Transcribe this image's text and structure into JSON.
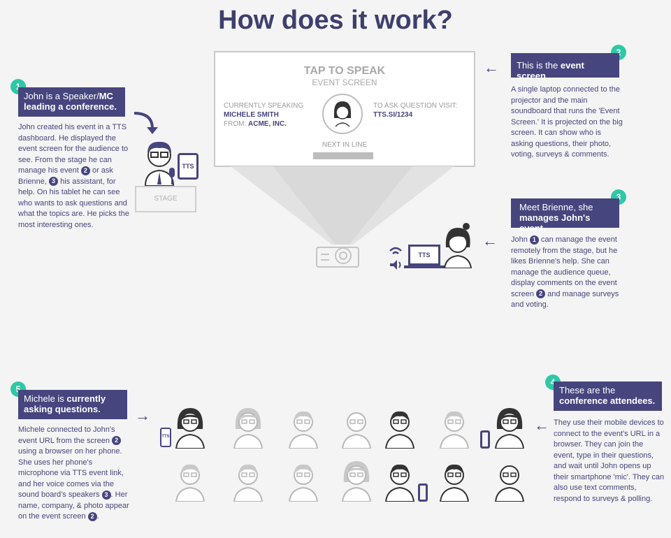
{
  "title": "How does it work?",
  "screen": {
    "heading": "TAP TO SPEAK",
    "subheading": "EVENT SCREEN",
    "currently_label": "CURRENTLY SPEAKING",
    "speaker_name": "MICHELE SMITH",
    "from_label": "FROM:",
    "company": "ACME, INC.",
    "ask_label": "TO ASK QUESTION VISIT:",
    "url": "TTS.SI/1234",
    "next_label": "NEXT IN LINE"
  },
  "stage_label": "STAGE",
  "tablet_label": "TTS",
  "laptop_label": "TTS",
  "phone_label": "TTS",
  "steps": {
    "s1": {
      "num": "1",
      "title_a": "John is a Speaker/",
      "title_b": "MC",
      "title_c": "leading a conference.",
      "text_1": "John created his event in a TTS dashboard. He displayed the event screen for the audience to see. From the stage he can manage his event ",
      "ref_a": "2",
      "text_2": " or ask Brienne, ",
      "ref_b": "3",
      "text_3": " his assistant, for help. On his tablet he can see who wants to ask questions and what the topics are. He picks the most interesting ones."
    },
    "s2": {
      "num": "2",
      "title_a": "This is the ",
      "title_b": "event screen.",
      "text": "A single laptop connected to the projector and the main soundboard that runs the 'Event Screen.' It is projected on the big screen. It can show who is asking questions, their photo, voting, surveys & comments."
    },
    "s3": {
      "num": "3",
      "title_a": "Meet Brienne, she",
      "title_b": "manages John's event.",
      "text_1": "John ",
      "ref_a": "1",
      "text_2": " can manage the event remotely from the stage, but he likes Brienne's help. She can manage the audience queue, display comments on the event screen ",
      "ref_b": "2",
      "text_3": " and manage surveys and voting."
    },
    "s4": {
      "num": "4",
      "title_a": "These are the",
      "title_b": "conference attendees.",
      "text": "They use their mobile devices to connect to the event's URL in a browser. They can join the event, type in their questions, and wait until John opens up their smartphone 'mic'. They can also use text comments, respond to surveys & polling."
    },
    "s5": {
      "num": "5",
      "title_a": "Michele is ",
      "title_b": "currently asking questions.",
      "text_1": "Michele connected to John's event URL from the screen ",
      "ref_a": "2",
      "text_2": " using a browser on her phone. She uses her phone's microphone via TTS event link, and her voice comes via the sound board's speakers ",
      "ref_b": "3",
      "text_3": ". Her name, company, & photo appear on the event screen ",
      "ref_c": "2",
      "text_4": "."
    }
  },
  "colors": {
    "accent": "#46457e",
    "badge": "#2fc8a5",
    "faded": "#b8b8b8"
  }
}
